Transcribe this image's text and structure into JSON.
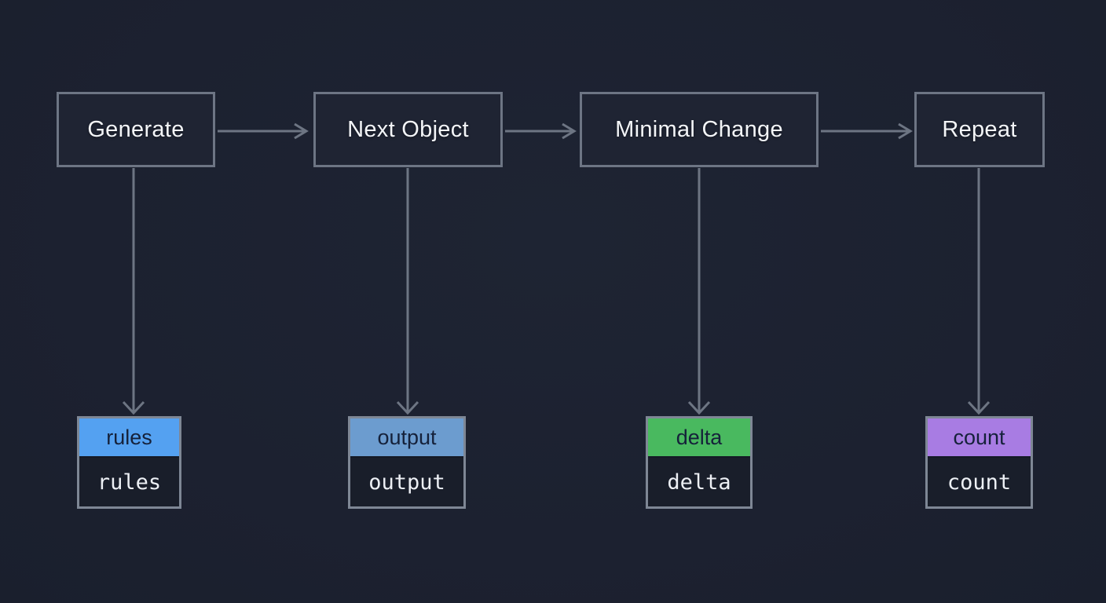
{
  "canvas": {
    "background": "#1d2230",
    "arrow_color": "#6d7583",
    "box_border_color": "#6d7584",
    "artifact_border_color": "#7e8795",
    "label_text_color": "#f3f5f8",
    "code_text_color": "#edf0f5",
    "chip_text_color": "#15213a"
  },
  "flow": {
    "steps": [
      {
        "label": "Generate",
        "output": {
          "name": "rules",
          "code": "rules",
          "color": "#54a1f1"
        }
      },
      {
        "label": "Next Object",
        "output": {
          "name": "output",
          "code": "output",
          "color": "#6c9ccf"
        }
      },
      {
        "label": "Minimal Change",
        "output": {
          "name": "delta",
          "code": "delta",
          "color": "#49b95f"
        }
      },
      {
        "label": "Repeat",
        "output": {
          "name": "count",
          "code": "count",
          "color": "#a87ce3"
        }
      }
    ]
  }
}
